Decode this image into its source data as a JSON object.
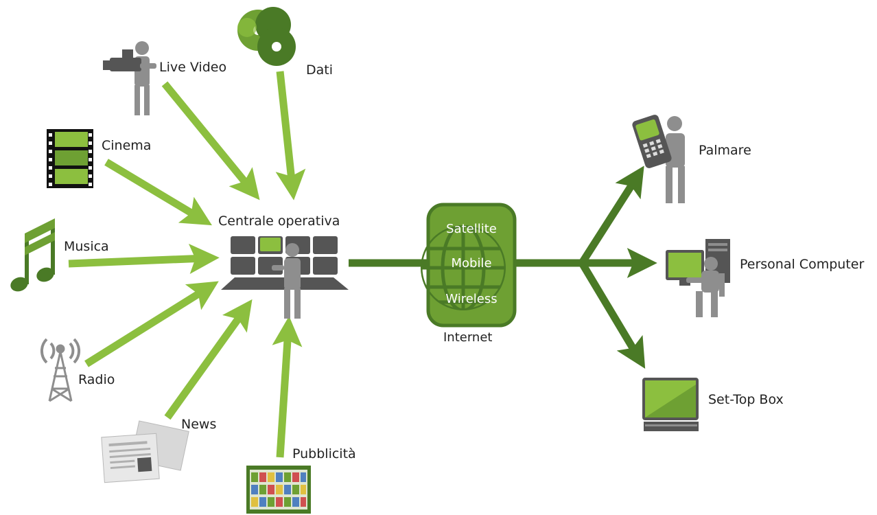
{
  "sources": {
    "live_video": "Live Video",
    "dati": "Dati",
    "cinema": "Cinema",
    "musica": "Musica",
    "radio": "Radio",
    "news": "News",
    "pubblicita": "Pubblicità"
  },
  "hub": {
    "title": "Centrale operativa"
  },
  "network": {
    "lines": [
      "Satellite",
      "Mobile",
      "Wireless"
    ],
    "caption": "Internet"
  },
  "destinations": {
    "palmare": "Palmare",
    "personal_computer": "Personal Computer",
    "set_top_box": "Set-Top Box"
  },
  "colors": {
    "light_green": "#8cbf3f",
    "dark_green": "#4a7a26",
    "mid_green": "#6ea033",
    "gray": "#8e8e8e",
    "dark_gray": "#555555"
  }
}
